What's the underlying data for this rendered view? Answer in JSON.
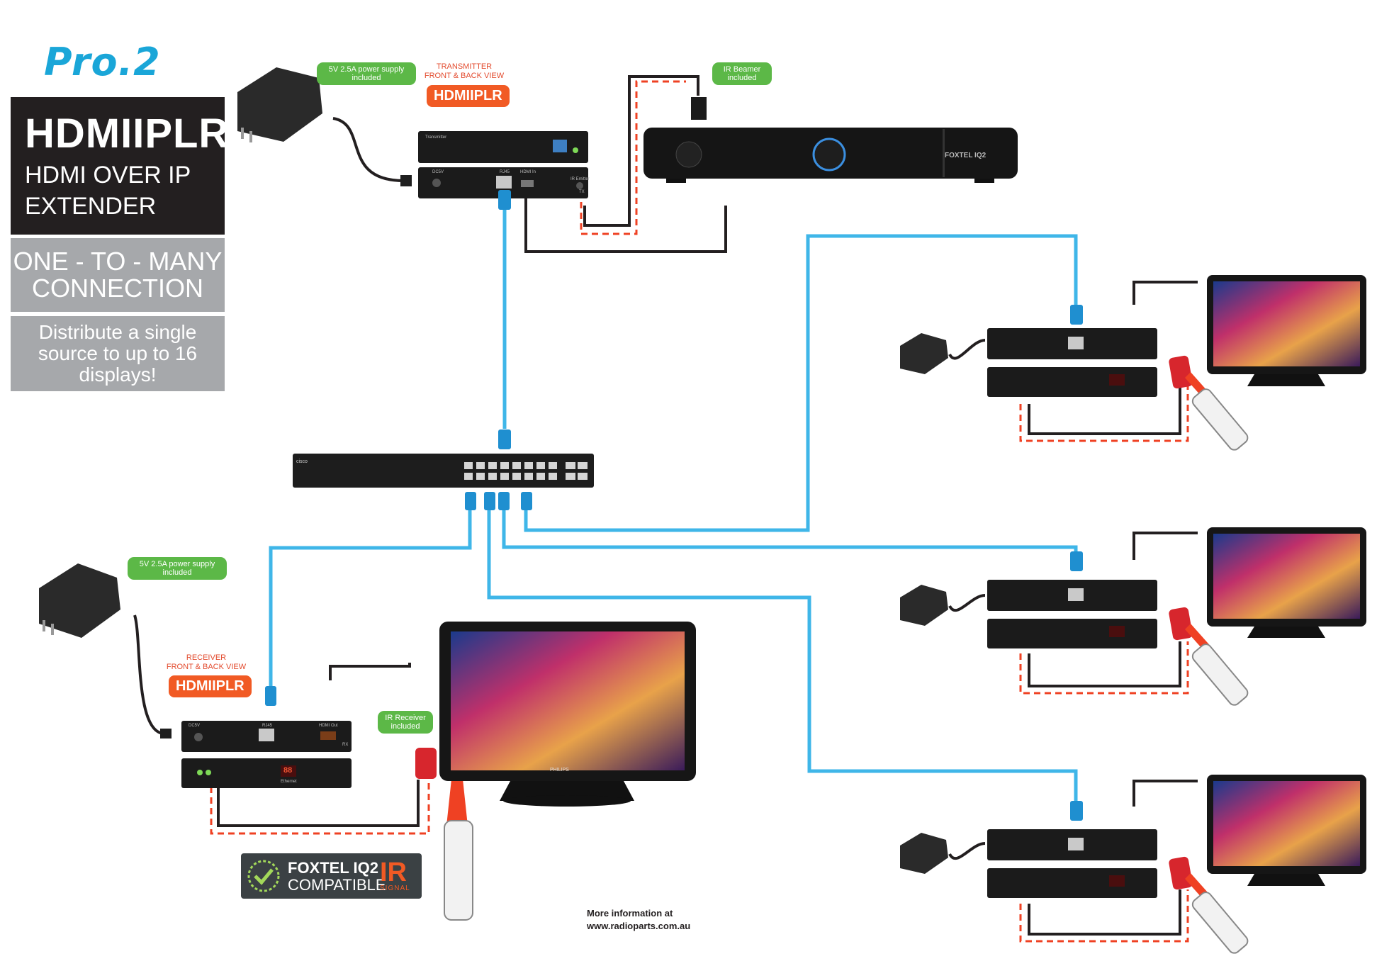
{
  "brand": "Pro.2",
  "title": {
    "product": "HDMIIPLR",
    "line1": "HDMI OVER IP",
    "line2": "EXTENDER"
  },
  "connection": {
    "line1": "ONE - TO - MANY",
    "line2": "CONNECTION"
  },
  "distribute": {
    "line1": "Distribute a single",
    "line2": "source to up to 16",
    "line3": "displays!"
  },
  "callouts": {
    "power_top_1": "5V 2.5A power supply",
    "power_top_2": "included",
    "ir_beamer_1": "IR Beamer",
    "ir_beamer_2": "included",
    "power_bottom_1": "5V 2.5A power supply",
    "power_bottom_2": "included",
    "ir_receiver_1": "IR Receiver",
    "ir_receiver_2": "included"
  },
  "transmitter": {
    "label_1": "TRANSMITTER",
    "label_2": "FRONT & BACK VIEW",
    "tag": "HDMIIPLR",
    "front_text": "Transmitter",
    "back_dc": "DC5V",
    "back_rj45": "RJ45",
    "back_hdmi": "HDMI In",
    "back_ir": "IR Emitter",
    "back_tx": "TX"
  },
  "receiver": {
    "label_1": "RECEIVER",
    "label_2": "FRONT & BACK VIEW",
    "tag": "HDMIIPLR",
    "back_dc": "DC5V",
    "back_rj45": "RJ45",
    "back_hdmi": "HDMI Out",
    "back_rx": "RX",
    "front_ethernet": "Ethernet",
    "front_led": "88"
  },
  "stb": {
    "brand": "FOXTEL IQ2"
  },
  "switch": {
    "brand": "cisco"
  },
  "tv": {
    "brand": "PHILIPS"
  },
  "badge": {
    "line1": "FOXTEL IQ2",
    "line2": "COMPATIBLE",
    "ir": "IR",
    "signal": "SIGNAL"
  },
  "more_info": {
    "line1": "More information at",
    "line2": "www.radioparts.com.au"
  },
  "colors": {
    "ethernet": "#3fb6e8",
    "ir_dashed": "#ef4123",
    "hdmi_cable": "#231f20",
    "callout_green": "#5cb847",
    "callout_orange": "#f15a24",
    "title_bg": "#231f20",
    "panel_grey": "#a6a8ab",
    "brand_blue": "#1aa6d8"
  }
}
